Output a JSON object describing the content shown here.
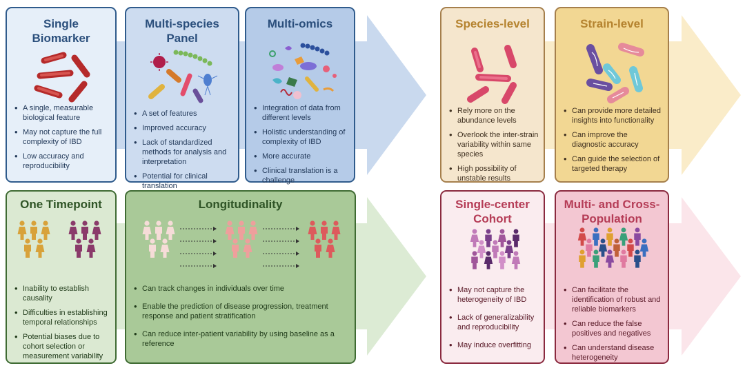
{
  "top_left": {
    "single_biomarker": {
      "title_line1": "Single",
      "title_line2": "Biomarker",
      "bullets": [
        "A single, measurable biological feature",
        "May not capture the full complexity of IBD",
        "Low accuracy and reproducibility"
      ]
    },
    "multi_species": {
      "title_line1": "Multi-species",
      "title_line2": "Panel",
      "bullets": [
        "A set of features",
        "Improved accuracy",
        "Lack of standardized methods for analysis and interpretation",
        "Potential for clinical translation"
      ]
    },
    "multi_omics": {
      "title": "Multi-omics",
      "bullets": [
        "Integration of data from different levels",
        "Holistic understanding of complexity of IBD",
        "More accurate",
        "Clinical translation is a challenge"
      ]
    }
  },
  "top_right": {
    "species_level": {
      "title": "Species-level",
      "bullets": [
        "Rely more on the abundance levels",
        "Overlook the inter-strain variability within same species",
        "High possibility of unstable results"
      ]
    },
    "strain_level": {
      "title": "Strain-level",
      "bullets": [
        "Can provide more detailed insights into functionality",
        "Can improve the diagnostic accuracy",
        "Can guide the selection of targeted therapy"
      ]
    }
  },
  "bottom_left": {
    "one_timepoint": {
      "title": "One Timepoint",
      "bullets": [
        "Inability to establish causality",
        "Difficulties in establishing temporal relationships",
        "Potential biases due to cohort selection or measurement variability"
      ]
    },
    "longitudinality": {
      "title": "Longitudinality",
      "bullets": [
        "Can track changes in individuals over time",
        "Enable the prediction of disease progression, treatment response and patient stratification",
        "Can reduce inter-patient variability by using baseline as a reference"
      ]
    }
  },
  "bottom_right": {
    "single_center": {
      "title_line1": "Single-center",
      "title_line2": "Cohort",
      "bullets": [
        "May not capture the heterogeneity of IBD",
        "Lack of generalizability and reproducibility",
        "May induce overfitting"
      ]
    },
    "multi_cross": {
      "title_line1": "Multi- and Cross-",
      "title_line2": "Population",
      "bullets": [
        "Can facilitate the identification of robust and reliable biomarkers",
        "Can reduce the false positives and negatives",
        "Can understand disease heterogeneity"
      ]
    }
  },
  "colors": {
    "blue_arrow": "#c9d9ee",
    "orange_arrow": "#faecc9",
    "green_arrow": "#dcebd4",
    "pink_arrow": "#fbe5ea",
    "blue_border": "#2f5b8c",
    "orange_border": "#a57f4c",
    "green_border": "#3f6b33",
    "pink_border": "#8a2a3f"
  },
  "icons": {
    "single_biomarker": "rod-bacteria-icon",
    "multi_species": "mixed-microbes-icon",
    "multi_omics": "molecules-icon",
    "species_level": "rod-bacteria-icon",
    "strain_level": "dna-bacteria-icon",
    "one_timepoint": "people-groups-icon",
    "longitudinality": "people-over-time-icon",
    "single_center": "crowd-icon",
    "multi_cross": "diverse-crowd-icon"
  }
}
